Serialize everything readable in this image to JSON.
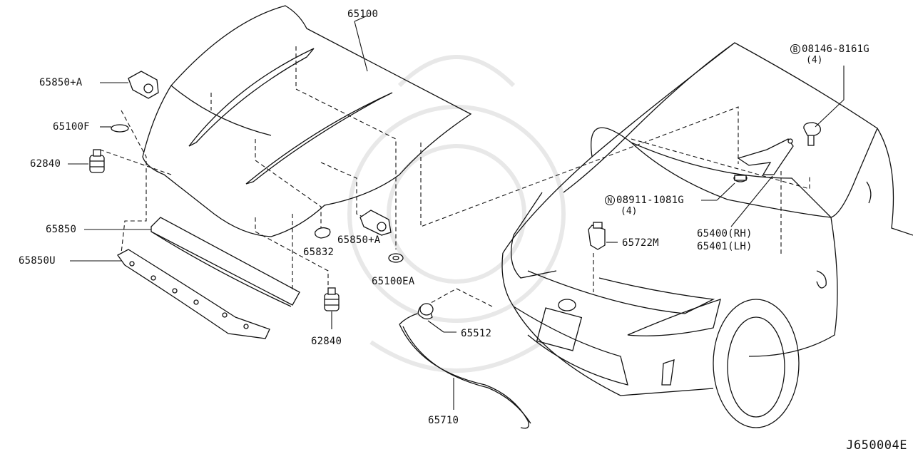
{
  "labels": {
    "p65100": "65100",
    "p65850a_top": "65850+A",
    "p65100f": "65100F",
    "p62840_top": "62840",
    "p65850": "65850",
    "p65850u": "65850U",
    "p65832": "65832",
    "p65850a_mid": "65850+A",
    "p65100ea": "65100EA",
    "p62840_bot": "62840",
    "p65512": "65512",
    "p65710": "65710",
    "p65722m": "65722M",
    "p65400": "65400(RH)",
    "p65401": "65401(LH)",
    "bolt_b": {
      "prefix": "B",
      "code": "08146-8161G",
      "qty": "(4)"
    },
    "nut_n": {
      "prefix": "N",
      "code": "08911-1081G",
      "qty": "(4)"
    }
  },
  "diagram_ref": "J650004E"
}
